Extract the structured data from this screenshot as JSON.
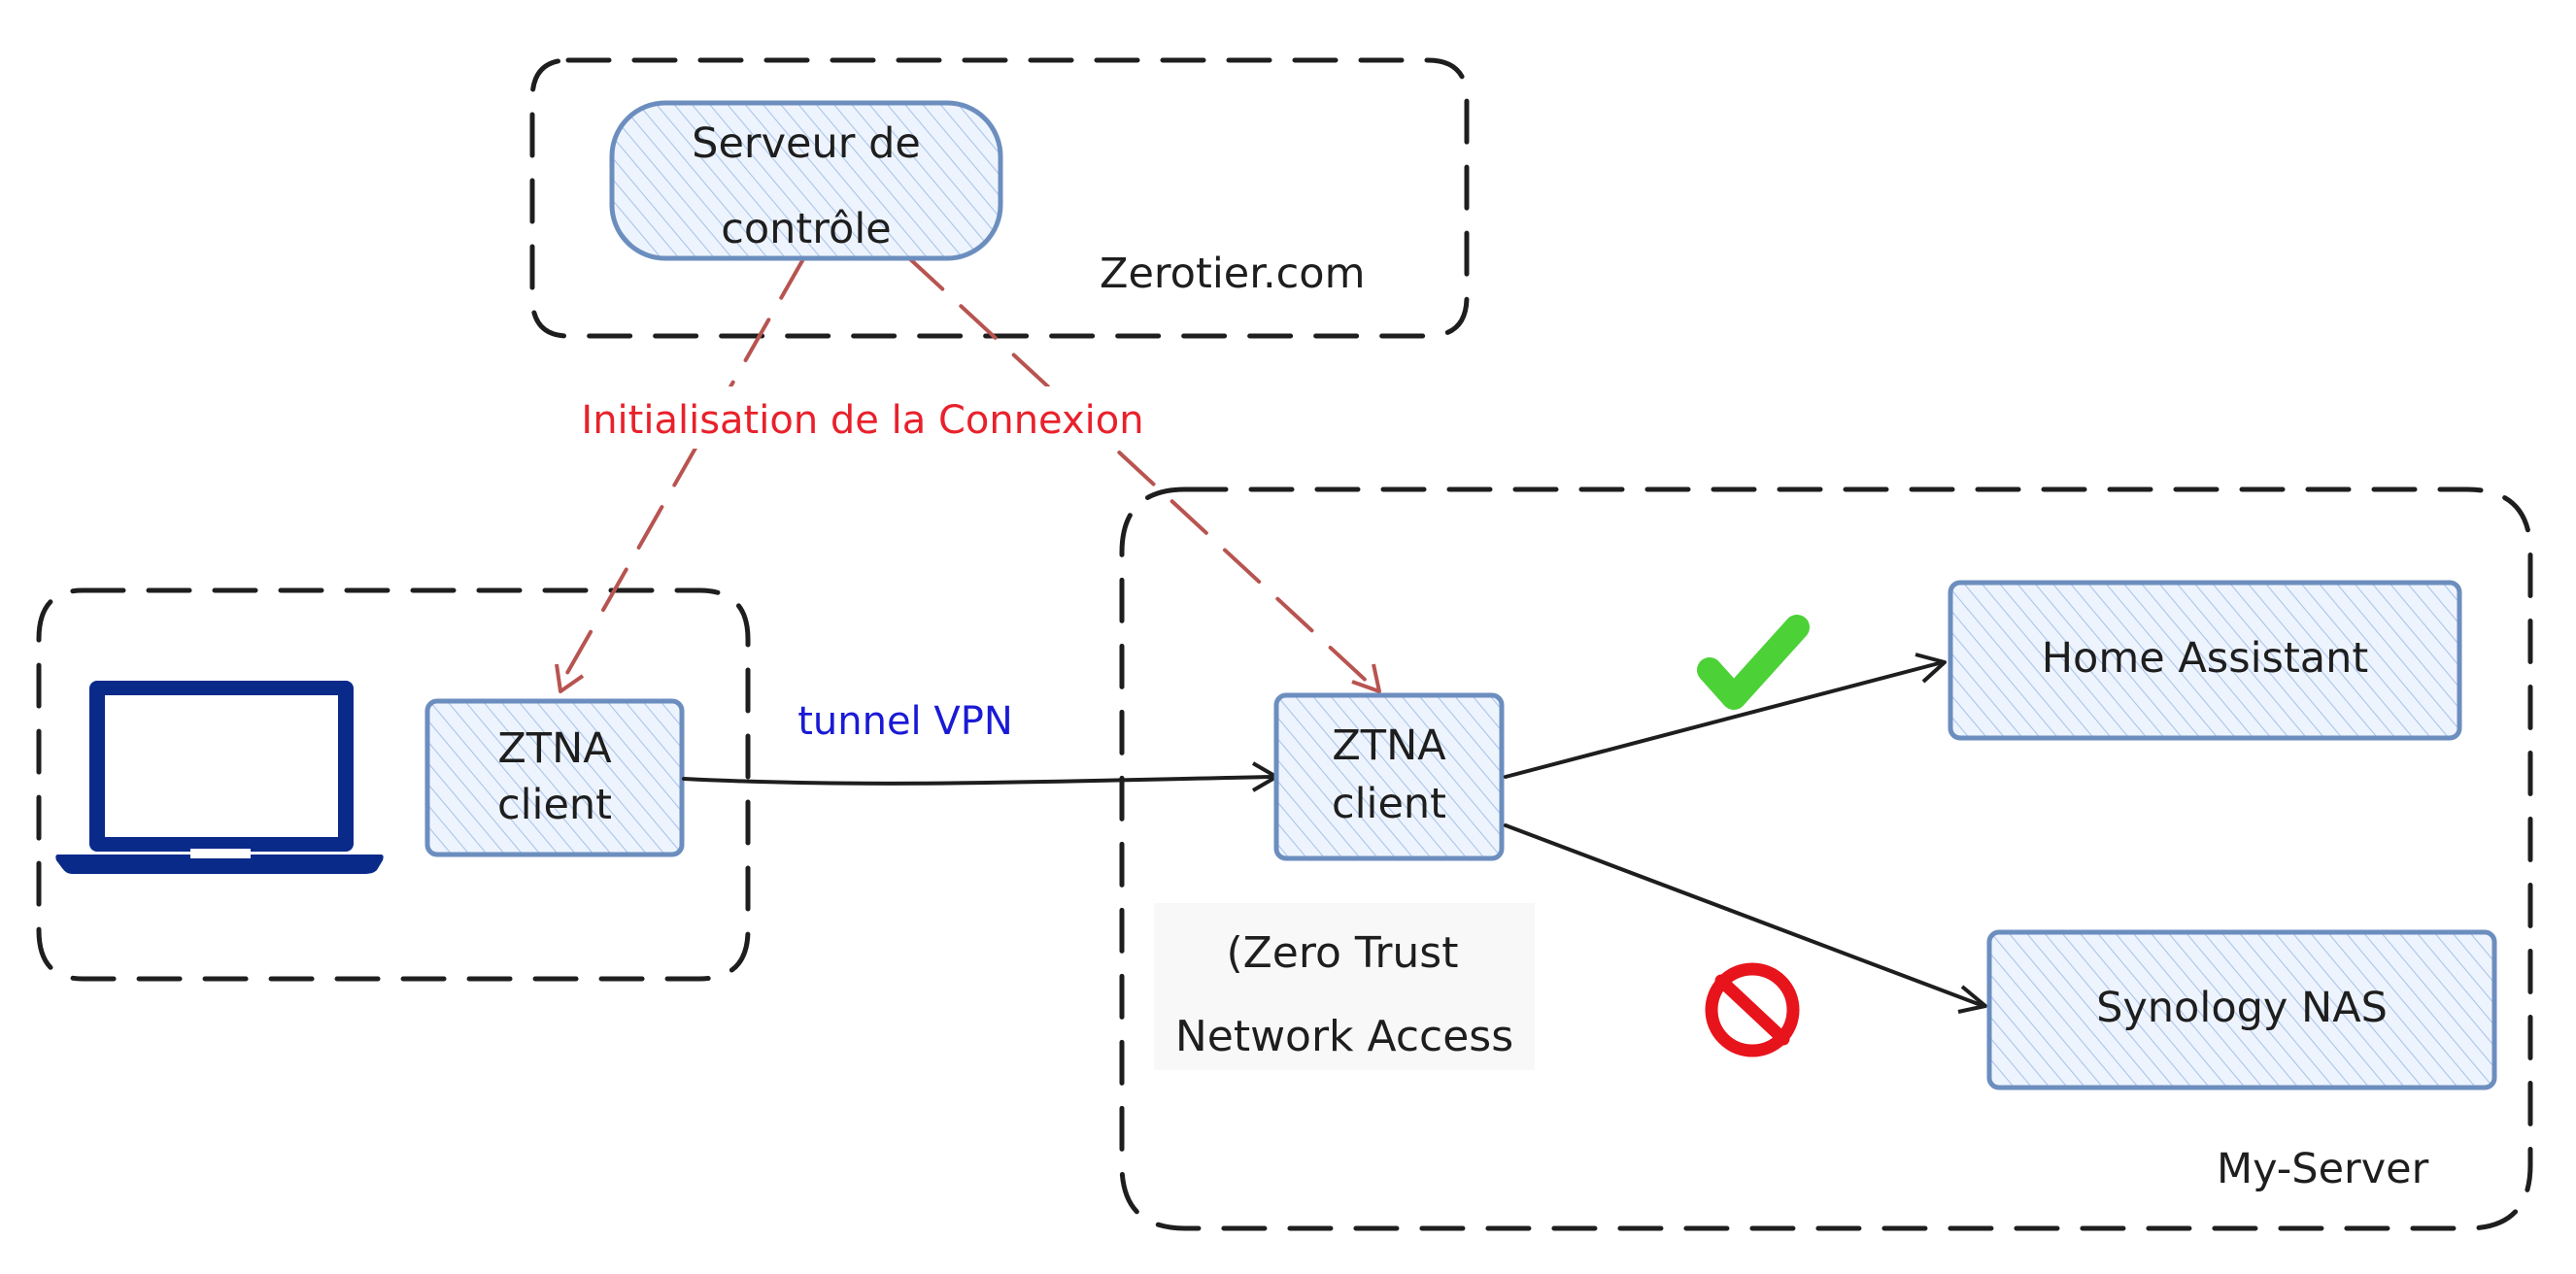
{
  "colors": {
    "stroke": "#1e1e1e",
    "node_border": "#6c8ebf",
    "node_fill": "#dae8fc",
    "init_arrow": "#b85450",
    "init_text": "#e8212b",
    "tunnel_text": "#1a1ad6",
    "laptop": "#0a2a8a",
    "check": "#4cd137",
    "forbidden": "#e8141c"
  },
  "groups": {
    "zerotier": "Zerotier.com",
    "my_server": "My-Server"
  },
  "nodes": {
    "control_server": [
      "Serveur de",
      "contrôle"
    ],
    "ztna_client_laptop": [
      "ZTNA",
      "client"
    ],
    "ztna_client_server": [
      "ZTNA",
      "client"
    ],
    "home_assistant": "Home Assistant",
    "synology_nas": "Synology NAS"
  },
  "edges": {
    "init": "Initialisation de la Connexion",
    "tunnel": "tunnel VPN"
  },
  "note": [
    "(Zero Trust",
    "Network Access"
  ],
  "icons": {
    "laptop": "laptop-icon",
    "allowed": "checkmark-icon",
    "blocked": "forbidden-icon"
  }
}
